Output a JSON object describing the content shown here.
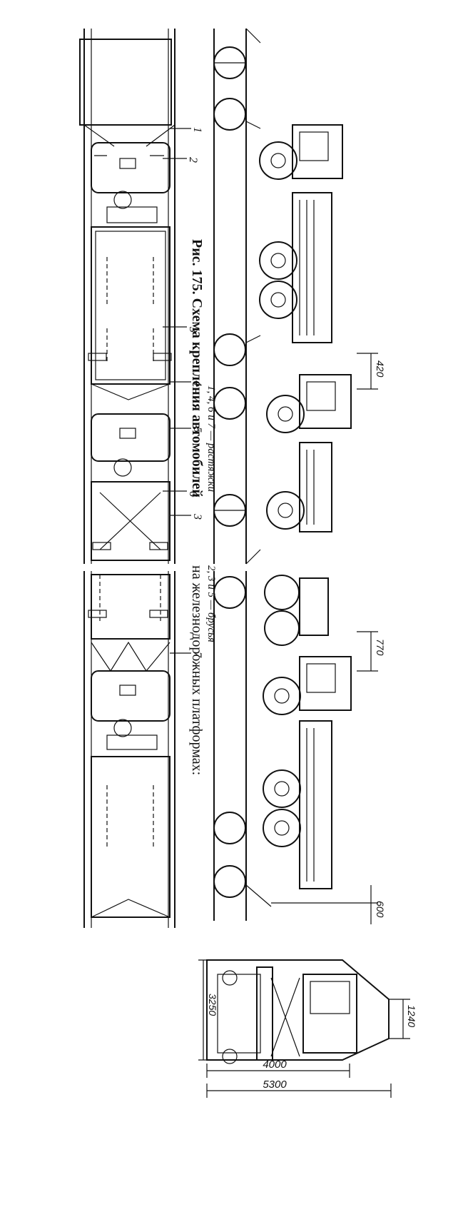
{
  "caption": {
    "title_left": "Рис. 175. Схема крепления автомобилей",
    "title_right": "на железнодорожных платформах:",
    "legend_left": "1, 4, 6 и 7 — растяжки",
    "legend_right": "2, 3 и 5 — брусья"
  },
  "callouts": {
    "c1": "1",
    "c2": "2",
    "c3a": "3",
    "c4": "4",
    "c5": "5",
    "c6": "6",
    "c3b": "3",
    "c7": "7"
  },
  "dimensions": {
    "d420": "420",
    "d770": "770",
    "d600": "600",
    "d1240": "1240",
    "d3250": "3250",
    "d4000": "4000",
    "d5300": "5300"
  }
}
